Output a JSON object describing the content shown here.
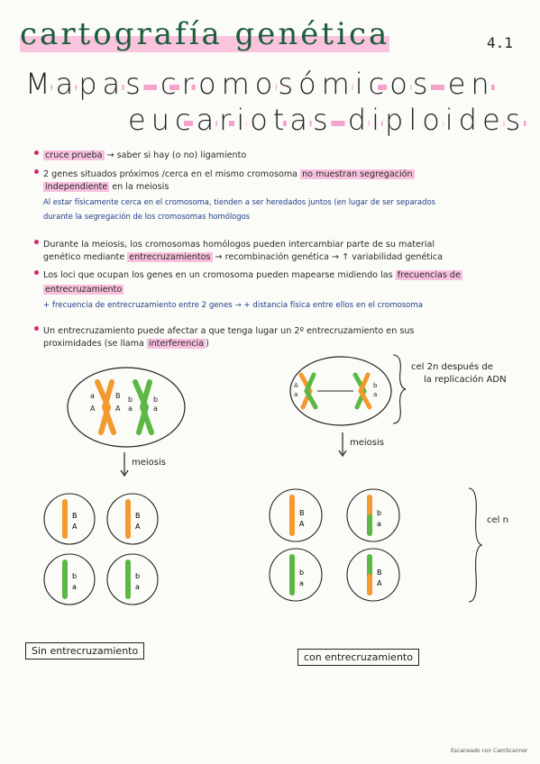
{
  "header": {
    "title": "cartografía genética",
    "number": "4.1",
    "subtitle_line1": "Mapas cromosómicos en",
    "subtitle_line2": "eucariotas diploides"
  },
  "notes": [
    {
      "pre": "",
      "hl": "cruce prueba",
      "post": " → saber si hay (o no) ligamiento"
    },
    {
      "pre": "2 genes situados próximos /cerca en el mismo cromosoma ",
      "hl": "no muestran segregación",
      "post": ""
    },
    {
      "pre": "",
      "hl": "independiente",
      "post": " en la meiosis"
    },
    {
      "pre": "Al estar físicamente cerca en el cromosoma, tienden a ser heredados juntos (en lugar de ser separados",
      "hl": "",
      "post": ""
    },
    {
      "pre": "durante la segregación de los cromosomas homólogos",
      "hl": "",
      "post": ""
    },
    {
      "pre": "Durante la meiosis, los cromosomas homólogos pueden intercambiar parte de su material",
      "hl": "",
      "post": ""
    },
    {
      "pre": "genético mediante ",
      "hl": "entrecruzamientos",
      "post": " → recombinación genética → ↑ variabilidad genética"
    },
    {
      "pre": "Los loci que ocupan los genes en un cromosoma pueden mapearse midiendo las ",
      "hl": "frecuencias de",
      "post": ""
    },
    {
      "pre": "",
      "hl": "entrecruzamiento",
      "post": ""
    },
    {
      "pre": "+ frecuencia de entrecruzamiento entre 2 genes → + distancia física entre ellos en el cromosoma",
      "hl": "",
      "post": ""
    },
    {
      "pre": "Un entrecruzamiento puede afectar a que tenga lugar un 2º entrecruzamiento en sus",
      "hl": "",
      "post": ""
    },
    {
      "pre": "proximidades (se llama ",
      "hl": "interferencia",
      "post": ")"
    }
  ],
  "diagram": {
    "cell_note_line1": "cel 2n después de",
    "cell_note_line2": "la replicación ADN",
    "meiosis_left": "meiosis",
    "meiosis_right": "meiosis",
    "cel_n": "cel n",
    "box_left": "Sin entrecruzamiento",
    "box_right": "con entrecruzamiento",
    "alleles": {
      "A": "A",
      "a": "a",
      "B": "B",
      "b": "b"
    }
  },
  "colors": {
    "orange": "#f29a2e",
    "green": "#5cb845",
    "dark_green": "#2e8a32",
    "pink": "#f06aa8",
    "title_green": "#1d5c3a"
  },
  "footer": "Escaneado con CamScanner"
}
